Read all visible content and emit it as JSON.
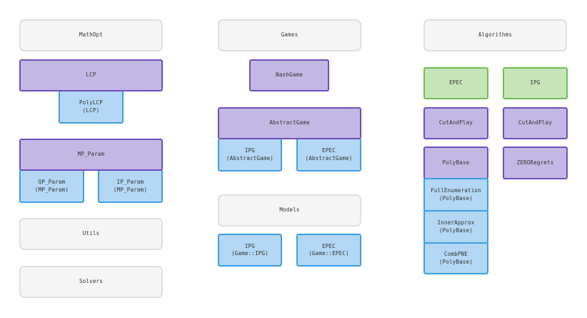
{
  "columns": {
    "mathopt": {
      "header": "MathOpt",
      "lcp": "LCP",
      "polylcp": "PolyLCP\n(LCP)",
      "mp_param": "MP_Param",
      "qp_param": "QP_Param\n(MP_Param)",
      "ip_param": "IP_Param\n(MP_Param)",
      "utils": "Utils",
      "solvers": "Solvers"
    },
    "games": {
      "header": "Games",
      "nashgame": "NashGame",
      "abstractgame": "AbstractGame",
      "ipg": "IPG\n(AbstractGame)",
      "epec": "EPEC\n(AbstractGame)",
      "models_header": "Models",
      "models_ipg": "IPG\n(Game::IPG)",
      "models_epec": "EPEC\n(Game::EPEC)"
    },
    "algorithms": {
      "header": "Algorithms",
      "epec": "EPEC",
      "ipg": "IPG",
      "cutandplay_left": "CutAndPlay",
      "cutandplay_right": "CutAndPlay",
      "polybase": "PolyBase",
      "zeroregrets": "ZERORegrets",
      "fullenumeration": "FullEnumeration\n(PolyBase)",
      "innerapprox": "InnerApprox\n(PolyBase)",
      "combpne": "CombPNE\n(PolyBase)"
    }
  },
  "colors": {
    "module_fill": "#f5f5f5",
    "class_fill": "#c3b8e3",
    "class_border": "#6f4fbd",
    "derived_fill": "#b3d7f4",
    "derived_border": "#3d9fe3",
    "algorithm_fill": "#c7e4b8",
    "algorithm_border": "#6ebf4f"
  }
}
